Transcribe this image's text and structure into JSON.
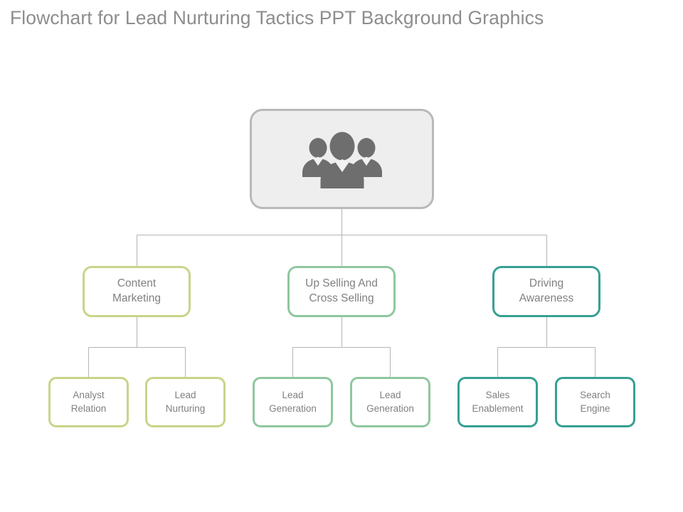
{
  "slide": {
    "title": "Flowchart for Lead Nurturing Tactics PPT Background Graphics",
    "background_color": "#ffffff",
    "title_color": "#8d8d8d"
  },
  "palette": {
    "yellow_green": "#c9d489",
    "mint_green": "#8fc79f",
    "teal": "#36a093",
    "root_border": "#b9b9b9",
    "root_fill": "#eeeeee",
    "connector": "#b5b5b5",
    "label_text": "#808080"
  },
  "chart_data": {
    "type": "diagram",
    "diagram_type": "flowchart-org-tree",
    "title": "Flowchart for Lead Nurturing Tactics PPT Background Graphics",
    "levels": 3,
    "root": {
      "id": "root",
      "icon": "people-group-icon",
      "label": "",
      "border_color": "#b9b9b9",
      "fill_color": "#eeeeee"
    },
    "branches": [
      {
        "id": "branch-1",
        "label": "Content Marketing",
        "color": "#c9d489",
        "children": [
          {
            "id": "leaf-1",
            "label": "Analyst Relation",
            "color": "#c9d489"
          },
          {
            "id": "leaf-2",
            "label": "Lead Nurturing",
            "color": "#c9d489"
          }
        ]
      },
      {
        "id": "branch-2",
        "label": "Up Selling And Cross Selling",
        "color": "#8fc79f",
        "children": [
          {
            "id": "leaf-3",
            "label": "Lead Generation",
            "color": "#8fc79f"
          },
          {
            "id": "leaf-4",
            "label": "Lead Generation",
            "color": "#8fc79f"
          }
        ]
      },
      {
        "id": "branch-3",
        "label": "Driving Awareness",
        "color": "#36a093",
        "children": [
          {
            "id": "leaf-5",
            "label": "Sales Enablement",
            "color": "#36a093"
          },
          {
            "id": "leaf-6",
            "label": "Search Engine",
            "color": "#36a093"
          }
        ]
      }
    ]
  },
  "nodes": {
    "root_icon_name": "people-group-icon",
    "level2": [
      {
        "line1": "Content",
        "line2": "Marketing"
      },
      {
        "line1": "Up Selling And",
        "line2": "Cross Selling"
      },
      {
        "line1": "Driving",
        "line2": "Awareness"
      }
    ],
    "level3": [
      {
        "line1": "Analyst",
        "line2": "Relation"
      },
      {
        "line1": "Lead",
        "line2": "Nurturing"
      },
      {
        "line1": "Lead",
        "line2": "Generation"
      },
      {
        "line1": "Lead",
        "line2": "Generation"
      },
      {
        "line1": "Sales",
        "line2": "Enablement"
      },
      {
        "line1": "Search",
        "line2": "Engine"
      }
    ]
  }
}
